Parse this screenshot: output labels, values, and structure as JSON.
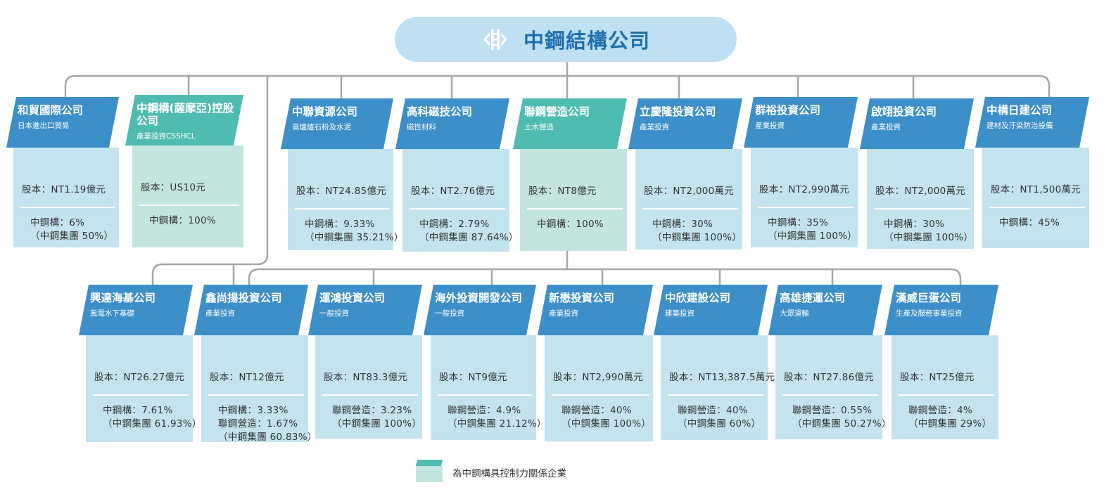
{
  "header": {
    "title": "中鋼結構公司"
  },
  "legend": {
    "label": "為中鋼構具控制力關係企業"
  },
  "colors": {
    "tag_blue": "#3c8fc8",
    "tag_green": "#4fbcb1",
    "body_blue": "#c3e4ef",
    "body_green": "#c2e5df",
    "header_bg": "#bfe0f2",
    "header_text": "#1f6fad",
    "line": "#a6a6a6"
  },
  "companies": [
    {
      "name": "和貿國際公司",
      "desc": "日本進出口貿易",
      "capital": "股本：NT1.19億元",
      "holdings": [
        "中鋼構：6%",
        "（中鋼集團 50%）"
      ],
      "controlled": false
    },
    {
      "name": "中鋼構(薩摩亞)控股公司",
      "desc": "產業投資CSSHCL",
      "capital": "股本：US10元",
      "holdings": [
        "中鋼構：100%"
      ],
      "controlled": true
    },
    {
      "name": "中聯資源公司",
      "desc": "高爐爐石粉及水泥",
      "capital": "股本：NT24.85億元",
      "holdings": [
        "中鋼構：9.33%",
        "（中鋼集團 35.21%）"
      ],
      "controlled": false
    },
    {
      "name": "高科磁技公司",
      "desc": "磁性材料",
      "capital": "股本：NT2.76億元",
      "holdings": [
        "中鋼構：2.79%",
        "（中鋼集團 87.64%）"
      ],
      "controlled": false
    },
    {
      "name": "聯鋼營造公司",
      "desc": "土木營造",
      "capital": "股本：NT8億元",
      "holdings": [
        "中鋼構：100%"
      ],
      "controlled": true
    },
    {
      "name": "立慶隆投資公司",
      "desc": "產業投資",
      "capital": "股本：NT2,000萬元",
      "holdings": [
        "中鋼構：30%",
        "（中鋼集團 100%）"
      ],
      "controlled": false
    },
    {
      "name": "群裕投資公司",
      "desc": "產業投資",
      "capital": "股本：NT2,990萬元",
      "holdings": [
        "中鋼構：35%",
        "（中鋼集團 100%）"
      ],
      "controlled": false
    },
    {
      "name": "啟翊投資公司",
      "desc": "產業投資",
      "capital": "股本：NT2,000萬元",
      "holdings": [
        "中鋼構：30%",
        "（中鋼集團 100%）"
      ],
      "controlled": false
    },
    {
      "name": "中構日建公司",
      "desc": "建材及汙染防治設備",
      "capital": "股本：NT1,500萬元",
      "holdings": [
        "中鋼構：45%"
      ],
      "controlled": false
    },
    {
      "name": "興達海基公司",
      "desc": "風電水下基礎",
      "capital": "股本：NT26.27億元",
      "holdings": [
        "中鋼構：7.61%",
        "（中鋼集團 61.93%）"
      ],
      "controlled": false
    },
    {
      "name": "鑫尚揚投資公司",
      "desc": "產業投資",
      "capital": "股本：NT12億元",
      "holdings": [
        "中鋼構：3.33%",
        "聯鋼營造：1.67%",
        "（中鋼集團 60.83%）"
      ],
      "controlled": false
    },
    {
      "name": "運鴻投資公司",
      "desc": "一般投資",
      "capital": "股本：NT83.3億元",
      "holdings": [
        "聯鋼營造：3.23%",
        "（中鋼集團 100%）"
      ],
      "controlled": false
    },
    {
      "name": "海外投資開發公司",
      "desc": "一般投資",
      "capital": "股本：NT9億元",
      "holdings": [
        "聯鋼營造：4.9%",
        "（中鋼集團 21.12%）"
      ],
      "controlled": false
    },
    {
      "name": "新懋投資公司",
      "desc": "產業投資",
      "capital": "股本：NT2,990萬元",
      "holdings": [
        "聯鋼營造：40%",
        "（中鋼集團 100%）"
      ],
      "controlled": false
    },
    {
      "name": "中欣建設公司",
      "desc": "建築投資",
      "capital": "股本：NT13,387.5萬元",
      "holdings": [
        "聯鋼營造：40%",
        "（中鋼集團 60%）"
      ],
      "controlled": false
    },
    {
      "name": "高雄捷運公司",
      "desc": "大眾運輸",
      "capital": "股本：NT27.86億元",
      "holdings": [
        "聯鋼營造：0.55%",
        "（中鋼集團 50.27%）"
      ],
      "controlled": false
    },
    {
      "name": "漢威巨蛋公司",
      "desc": "生產及服務事業投資",
      "capital": "股本：NT25億元",
      "holdings": [
        "聯鋼營造：4%",
        "（中鋼集團 29%）"
      ],
      "controlled": false
    }
  ]
}
